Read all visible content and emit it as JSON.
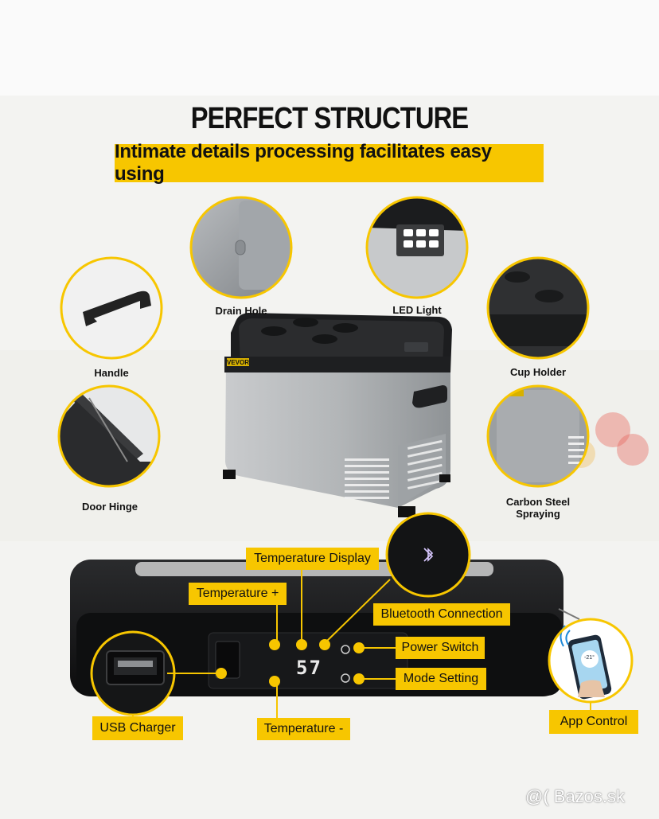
{
  "header": {
    "title": "PERFECT STRUCTURE",
    "subtitle": "Intimate details processing facilitates easy using"
  },
  "product": {
    "brand": "VEVOR",
    "display_digits": "57",
    "body_color": "#a9acaf",
    "lid_color": "#1e1f21"
  },
  "features": {
    "drain_hole": "Drain Hole",
    "led_light": "LED Light",
    "handle": "Handle",
    "cup_holder": "Cup Holder",
    "door_hinge": "Door Hinge",
    "carbon_steel_line1": "Carbon Steel",
    "carbon_steel_line2": "Spraying"
  },
  "controls": {
    "temperature_display": "Temperature Display",
    "temperature_plus": "Temperature +",
    "bluetooth_connection": "Bluetooth Connection",
    "power_switch": "Power Switch",
    "mode_setting": "Mode Setting",
    "usb_charger": "USB Charger",
    "temperature_minus": "Temperature -",
    "app_control": "App Control"
  },
  "app_screen": {
    "readout": "-21°"
  },
  "watermark": "@( Bazos.sk",
  "colors": {
    "accent_yellow": "#f7c600",
    "circle_border": "#f7c600",
    "panel_dark": "#111213"
  },
  "icons": [
    "bluetooth-icon",
    "power-icon",
    "mode-icon"
  ]
}
